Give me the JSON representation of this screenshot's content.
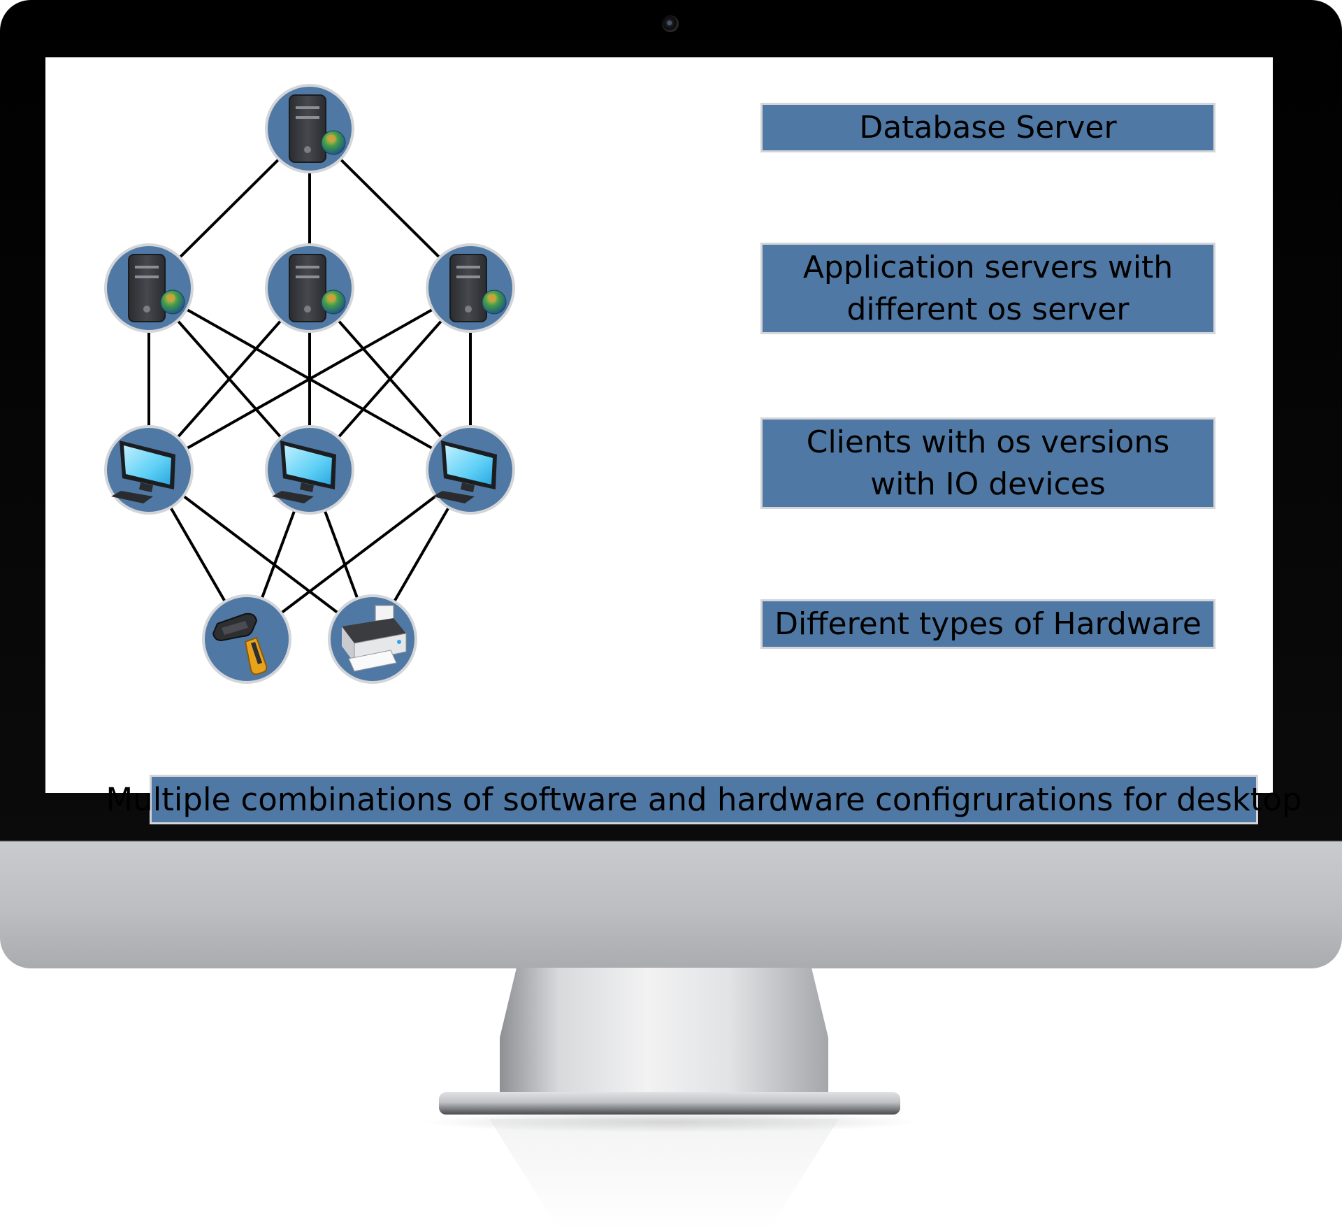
{
  "diagram": {
    "labels": {
      "database_server": "Database Server",
      "application_servers": "Application servers with different os server",
      "clients": "Clients with os versions with IO devices",
      "hardware": "Different types of Hardware"
    },
    "banner": "Multiple combinations of software and hardware configrurations for desktop",
    "nodes": [
      {
        "id": "db",
        "kind": "server",
        "tier": "database"
      },
      {
        "id": "app1",
        "kind": "server",
        "tier": "application"
      },
      {
        "id": "app2",
        "kind": "server",
        "tier": "application"
      },
      {
        "id": "app3",
        "kind": "server",
        "tier": "application"
      },
      {
        "id": "client1",
        "kind": "monitor",
        "tier": "client"
      },
      {
        "id": "client2",
        "kind": "monitor",
        "tier": "client"
      },
      {
        "id": "client3",
        "kind": "monitor",
        "tier": "client"
      },
      {
        "id": "scanner",
        "kind": "barcode-scanner",
        "tier": "hardware"
      },
      {
        "id": "printer",
        "kind": "printer",
        "tier": "hardware"
      }
    ],
    "edges": [
      [
        "db",
        "app1"
      ],
      [
        "db",
        "app2"
      ],
      [
        "db",
        "app3"
      ],
      [
        "app1",
        "client1"
      ],
      [
        "app1",
        "client2"
      ],
      [
        "app1",
        "client3"
      ],
      [
        "app2",
        "client1"
      ],
      [
        "app2",
        "client2"
      ],
      [
        "app2",
        "client3"
      ],
      [
        "app3",
        "client1"
      ],
      [
        "app3",
        "client2"
      ],
      [
        "app3",
        "client3"
      ],
      [
        "client1",
        "scanner"
      ],
      [
        "client1",
        "printer"
      ],
      [
        "client2",
        "scanner"
      ],
      [
        "client2",
        "printer"
      ],
      [
        "client3",
        "scanner"
      ],
      [
        "client3",
        "printer"
      ]
    ]
  },
  "colors": {
    "node_fill": "#4f79a4",
    "label_fill": "#4f79a4",
    "node_ring": "#d3d5d8",
    "edge": "#000000"
  },
  "icons": {
    "server": "server-icon",
    "monitor": "monitor-icon",
    "scanner": "barcode-scanner-icon",
    "printer": "printer-icon"
  }
}
